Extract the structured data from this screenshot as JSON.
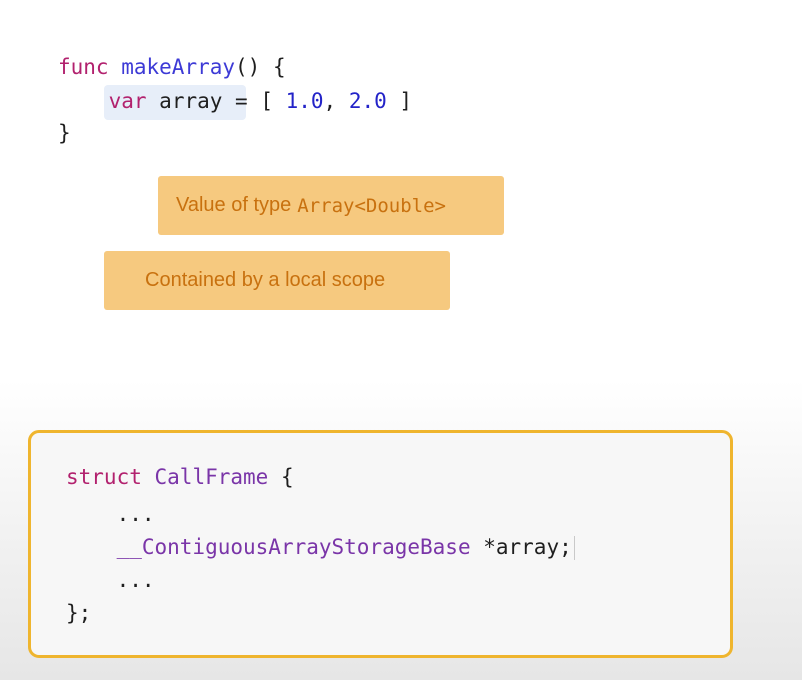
{
  "code_top": {
    "func_kw": "func",
    "func_name": "makeArray",
    "func_sig": "() {",
    "var_kw": "var",
    "var_name": "array",
    "assign": " = [ ",
    "num1": "1.0",
    "sep": ", ",
    "num2": "2.0",
    "close_bracket": " ]",
    "close_brace": "}"
  },
  "callouts": {
    "type_label": "Value of type",
    "type_value": "Array<Double>",
    "scope_label": "Contained by a local scope"
  },
  "code_bottom": {
    "struct_kw": "struct",
    "struct_name": "CallFrame",
    "open_brace": " {",
    "ellipsis1": "...",
    "member_type": "__ContiguousArrayStorageBase",
    "member_decl": " *array;",
    "ellipsis2": "...",
    "close": "};"
  },
  "colors": {
    "keyword": "#b2216e",
    "function": "#3d3ad6",
    "number": "#2323c8",
    "type": "#7a35a8",
    "callout_bg": "#f6c97f",
    "callout_text": "#c8710f",
    "frame_border": "#efb52e"
  }
}
